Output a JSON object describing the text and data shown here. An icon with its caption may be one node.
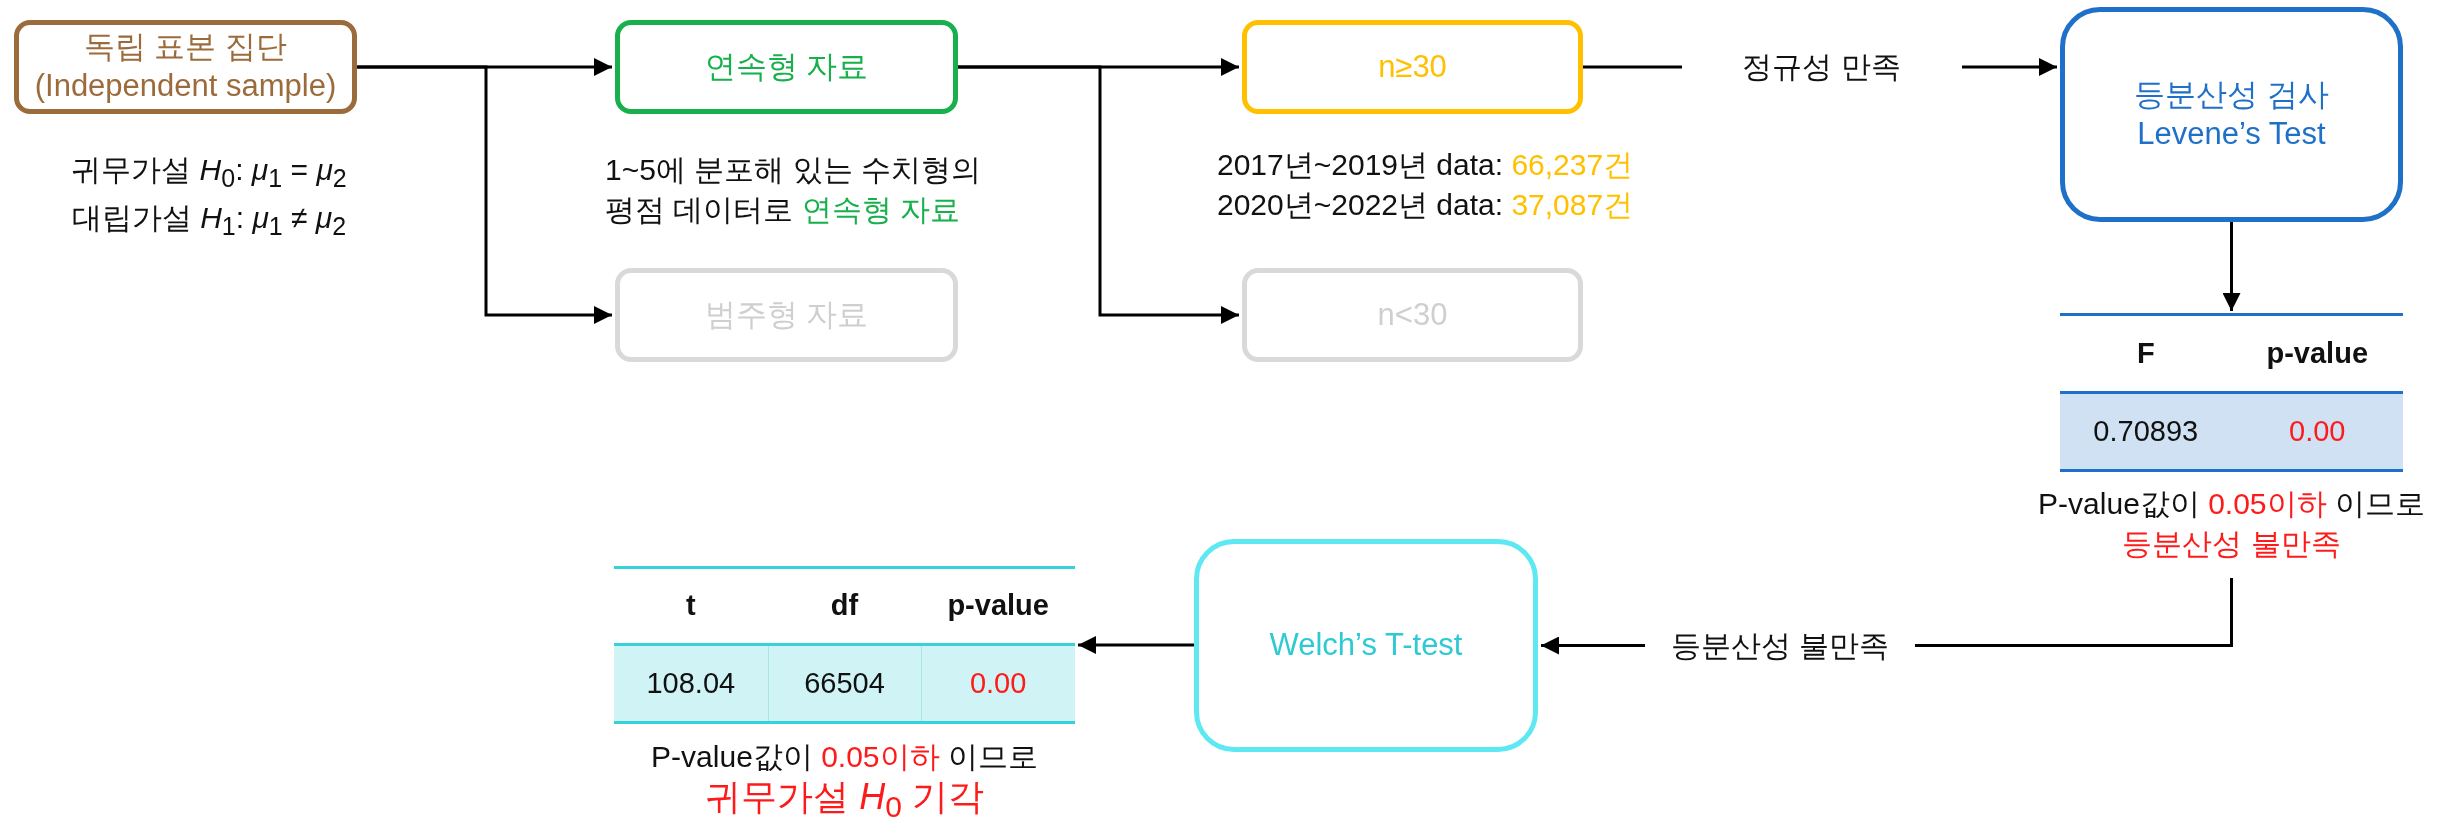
{
  "diagram": {
    "nodes": [
      {
        "text": [
          "독립 표본 집단 (Independent sample)"
        ],
        "beside": [
          "귀무가설 *H*$_{0}$: *μ*$_{1}$ = *μ*$_{2}$",
          "대립가설 *H*$_{1}$: *μ*$_{1}$ ≠ *μ*$_{2}$"
        ]
      },
      {
        "text": [
          "연속형 자료"
        ],
        "beside": [
          "1~5에 분포해 있는 수치형의 평점 데이터로",
          "연속형 자료"
        ]
      },
      {
        "text": [
          "범주형 자료"
        ]
      },
      {
        "text": [
          "n≥30"
        ],
        "beside": [
          "2017년~2019년 data:",
          "66,237건",
          "2020년~2022년 data:",
          "37,087건"
        ]
      },
      {
        "text": [
          "n<30"
        ]
      },
      {
        "text": [
          "등분산성 검사",
          "Levene’s Test"
        ]
      },
      {
        "text": [
          "F",
          "p-value",
          "0.70893",
          "0.00"
        ],
        "beside": [
          "P-value값이",
          "0.05이하",
          "이므로",
          "등분산성 불만족"
        ]
      },
      {
        "text": [
          "Welch’s T-test"
        ]
      },
      {
        "text": [
          "t",
          "df",
          "p-value",
          "108.04",
          "66504",
          "0.00"
        ],
        "beside": [
          "P-value값이",
          "0.05이하",
          "이므로",
          "귀무가설 *H*$_{0}$ 기각"
        ]
      }
    ],
    "edges": [
      {
        "from": 0,
        "to": 1,
        "arrow": "to"
      },
      {
        "from": 0,
        "to": 2,
        "arrow": "to"
      },
      {
        "from": 1,
        "to": 3,
        "arrow": "to"
      },
      {
        "from": 1,
        "to": 4,
        "arrow": "to"
      },
      {
        "from": 3,
        "to": 5,
        "arrow": "to",
        "label": "정규성 만족"
      },
      {
        "from": 5,
        "to": 6,
        "arrow": "to"
      },
      {
        "from": 6,
        "to": 7,
        "arrow": "to",
        "label": "등분산성 불만족"
      },
      {
        "from": 7,
        "to": 8,
        "arrow": "to"
      }
    ]
  }
}
